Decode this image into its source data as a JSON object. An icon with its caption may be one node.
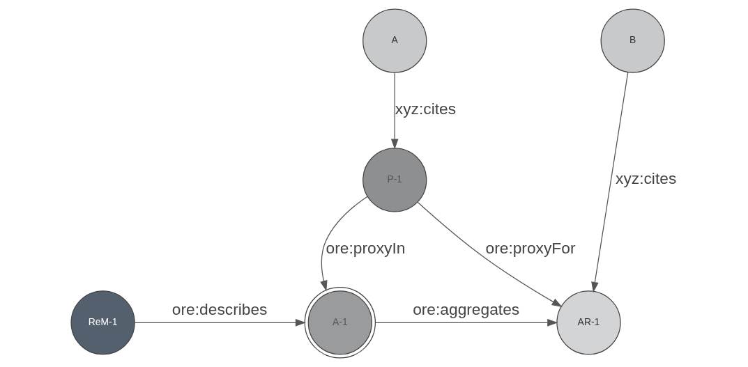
{
  "diagram": {
    "nodes": [
      {
        "text": [
          "A"
        ]
      },
      {
        "text": [
          "B"
        ]
      },
      {
        "text": [
          "P-1"
        ]
      },
      {
        "text": [
          "ReM-1"
        ]
      },
      {
        "text": [
          "A-1"
        ]
      },
      {
        "text": [
          "AR-1"
        ]
      }
    ],
    "edges": [
      {
        "from": 0,
        "to": 2,
        "arrow": "to",
        "label": "xyz:cites"
      },
      {
        "from": 1,
        "to": 5,
        "arrow": "to",
        "label": "xyz:cites"
      },
      {
        "from": 2,
        "to": 4,
        "arrow": "to",
        "label": "ore:proxyIn"
      },
      {
        "from": 2,
        "to": 5,
        "arrow": "to",
        "label": "ore:proxyFor"
      },
      {
        "from": 3,
        "to": 4,
        "arrow": "to",
        "label": "ore:describes"
      },
      {
        "from": 4,
        "to": 5,
        "arrow": "to",
        "label": "ore:aggregates"
      }
    ]
  }
}
